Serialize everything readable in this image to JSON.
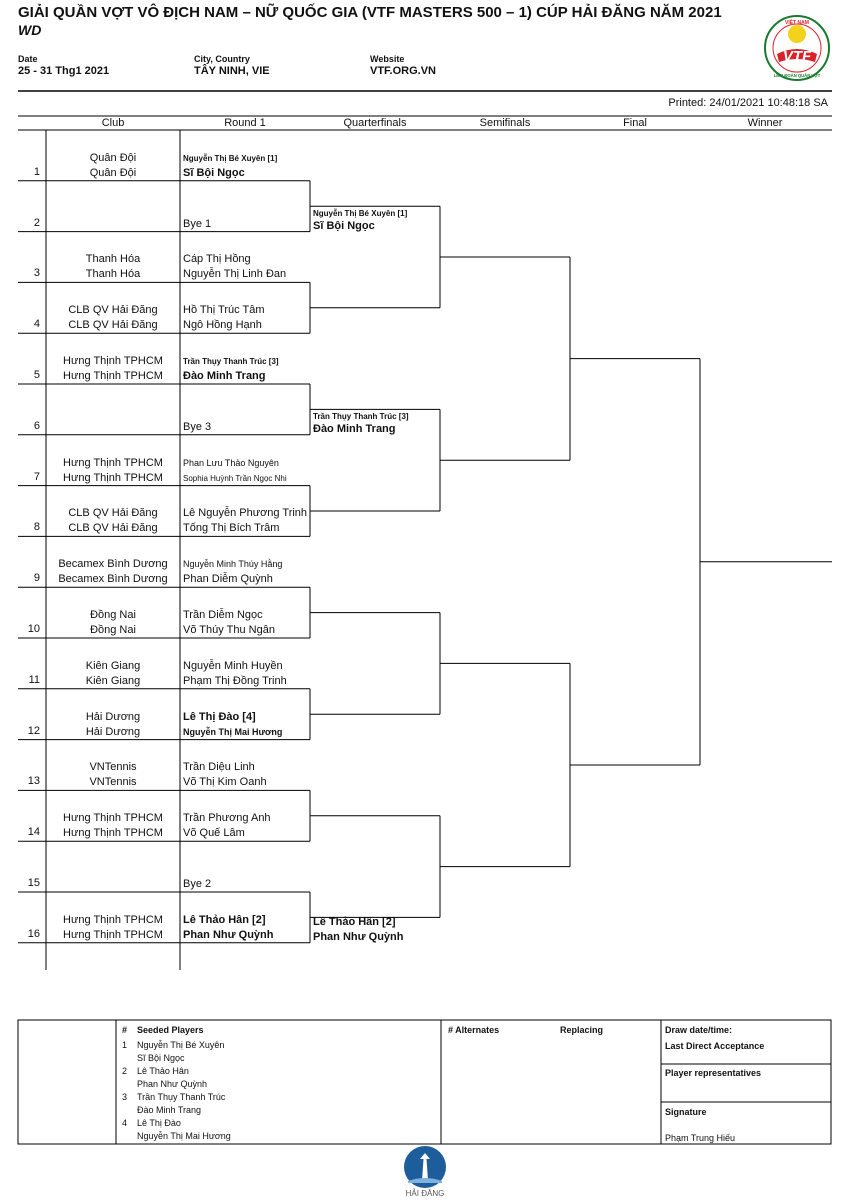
{
  "header": {
    "title": "GIẢI QUẦN VỢT VÔ ĐỊCH NAM – NỮ QUỐC GIA (VTF MASTERS 500 – 1) CÚP HẢI ĐĂNG NĂM 2021",
    "event": "WD",
    "date_label": "Date",
    "date_value": "25 - 31 Thg1 2021",
    "city_label": "City, Country",
    "city_value": "TÂY NINH, VIE",
    "website_label": "Website",
    "website_value": "VTF.ORG.VN",
    "printed": "Printed: 24/01/2021 10:48:18 SA",
    "logo_text": "VTF",
    "logo_ring_top": "VIỆT NAM",
    "logo_ring_bottom": "LIÊN ĐOÀN QUẦN VỢT"
  },
  "columns": {
    "club": "Club",
    "round1": "Round 1",
    "qf": "Quarterfinals",
    "sf": "Semifinals",
    "final": "Final",
    "winner": "Winner"
  },
  "draw": [
    {
      "n": "1",
      "club1": "Quân Đội",
      "club2": "Quân Đội",
      "p1": "Nguyễn Thị Bé Xuyên [1]",
      "p2": "Sĩ Bội Ngọc"
    },
    {
      "n": "2",
      "club1": "",
      "club2": "",
      "p1": "",
      "p2": "Bye 1"
    },
    {
      "n": "3",
      "club1": "Thanh Hóa",
      "club2": "Thanh Hóa",
      "p1": "Cáp Thị Hồng",
      "p2": "Nguyễn Thị Linh Đan"
    },
    {
      "n": "4",
      "club1": "CLB QV Hải Đăng",
      "club2": "CLB QV Hải Đăng",
      "p1": "Hồ Thị Trúc Tâm",
      "p2": "Ngô Hồng Hạnh"
    },
    {
      "n": "5",
      "club1": "Hưng Thịnh TPHCM",
      "club2": "Hưng Thịnh TPHCM",
      "p1": "Trần Thụy Thanh Trúc [3]",
      "p2": "Đào Minh Trang"
    },
    {
      "n": "6",
      "club1": "",
      "club2": "",
      "p1": "",
      "p2": "Bye 3"
    },
    {
      "n": "7",
      "club1": "Hưng Thịnh TPHCM",
      "club2": "Hưng Thịnh TPHCM",
      "p1": "Phan Lưu Thảo Nguyên",
      "p2": "Sophia Huỳnh Trần Ngọc Nhi"
    },
    {
      "n": "8",
      "club1": "CLB QV Hải Đăng",
      "club2": "CLB QV Hải Đăng",
      "p1": "Lê Nguyễn Phương Trinh",
      "p2": "Tống Thị Bích Trâm"
    },
    {
      "n": "9",
      "club1": "Becamex Bình Dương",
      "club2": "Becamex Bình Dương",
      "p1": "Nguyễn Minh Thúy Hằng",
      "p2": "Phan Diễm Quỳnh"
    },
    {
      "n": "10",
      "club1": "Đồng Nai",
      "club2": "Đồng Nai",
      "p1": "Trần Diễm Ngọc",
      "p2": "Võ Thúy Thu Ngân"
    },
    {
      "n": "11",
      "club1": "Kiên Giang",
      "club2": "Kiên Giang",
      "p1": "Nguyễn Minh Huyền",
      "p2": "Phạm Thị Đồng Trinh"
    },
    {
      "n": "12",
      "club1": "Hải Dương",
      "club2": "Hải Dương",
      "p1": "Lê Thị Đào [4]",
      "p2": "Nguyễn Thị Mai Hương"
    },
    {
      "n": "13",
      "club1": "VNTennis",
      "club2": "VNTennis",
      "p1": "Trần Diệu Linh",
      "p2": "Võ Thị Kim Oanh"
    },
    {
      "n": "14",
      "club1": "Hưng Thịnh TPHCM",
      "club2": "Hưng Thịnh TPHCM",
      "p1": "Trần Phương Anh",
      "p2": "Võ Quế Lâm"
    },
    {
      "n": "15",
      "club1": "",
      "club2": "",
      "p1": "",
      "p2": "Bye 2"
    },
    {
      "n": "16",
      "club1": "Hưng Thịnh TPHCM",
      "club2": "Hưng Thịnh TPHCM",
      "p1": "Lê Thảo Hân [2]",
      "p2": "Phan Như Quỳnh"
    }
  ],
  "quarterfinals": [
    {
      "p1": "Nguyễn Thị Bé Xuyên [1]",
      "p2": "Sĩ Bội Ngọc"
    },
    {
      "p1": "Trần Thụy Thanh Trúc [3]",
      "p2": "Đào Minh Trang"
    },
    {
      "p1": "Lê Thảo Hân [2]",
      "p2": "Phan Như Quỳnh"
    }
  ],
  "footer": {
    "hash": "#",
    "seeded_title": "Seeded Players",
    "seeded": [
      {
        "n": "1",
        "p1": "Nguyễn Thị Bé Xuyên",
        "p2": "Sĩ Bội Ngọc"
      },
      {
        "n": "2",
        "p1": "Lê Thảo Hân",
        "p2": "Phan Như Quỳnh"
      },
      {
        "n": "3",
        "p1": "Trần Thụy Thanh Trúc",
        "p2": "Đào Minh Trang"
      },
      {
        "n": "4",
        "p1": "Lê Thị Đào",
        "p2": "Nguyễn Thị Mai Hương"
      }
    ],
    "alternates": "# Alternates",
    "replacing": "Replacing",
    "draw_datetime": "Draw date/time:",
    "last_direct": "Last Direct Acceptance",
    "player_reps": "Player representatives",
    "signature": "Signature",
    "signer": "Phạm Trung Hiếu",
    "brand": "HẢI ĐĂNG"
  }
}
